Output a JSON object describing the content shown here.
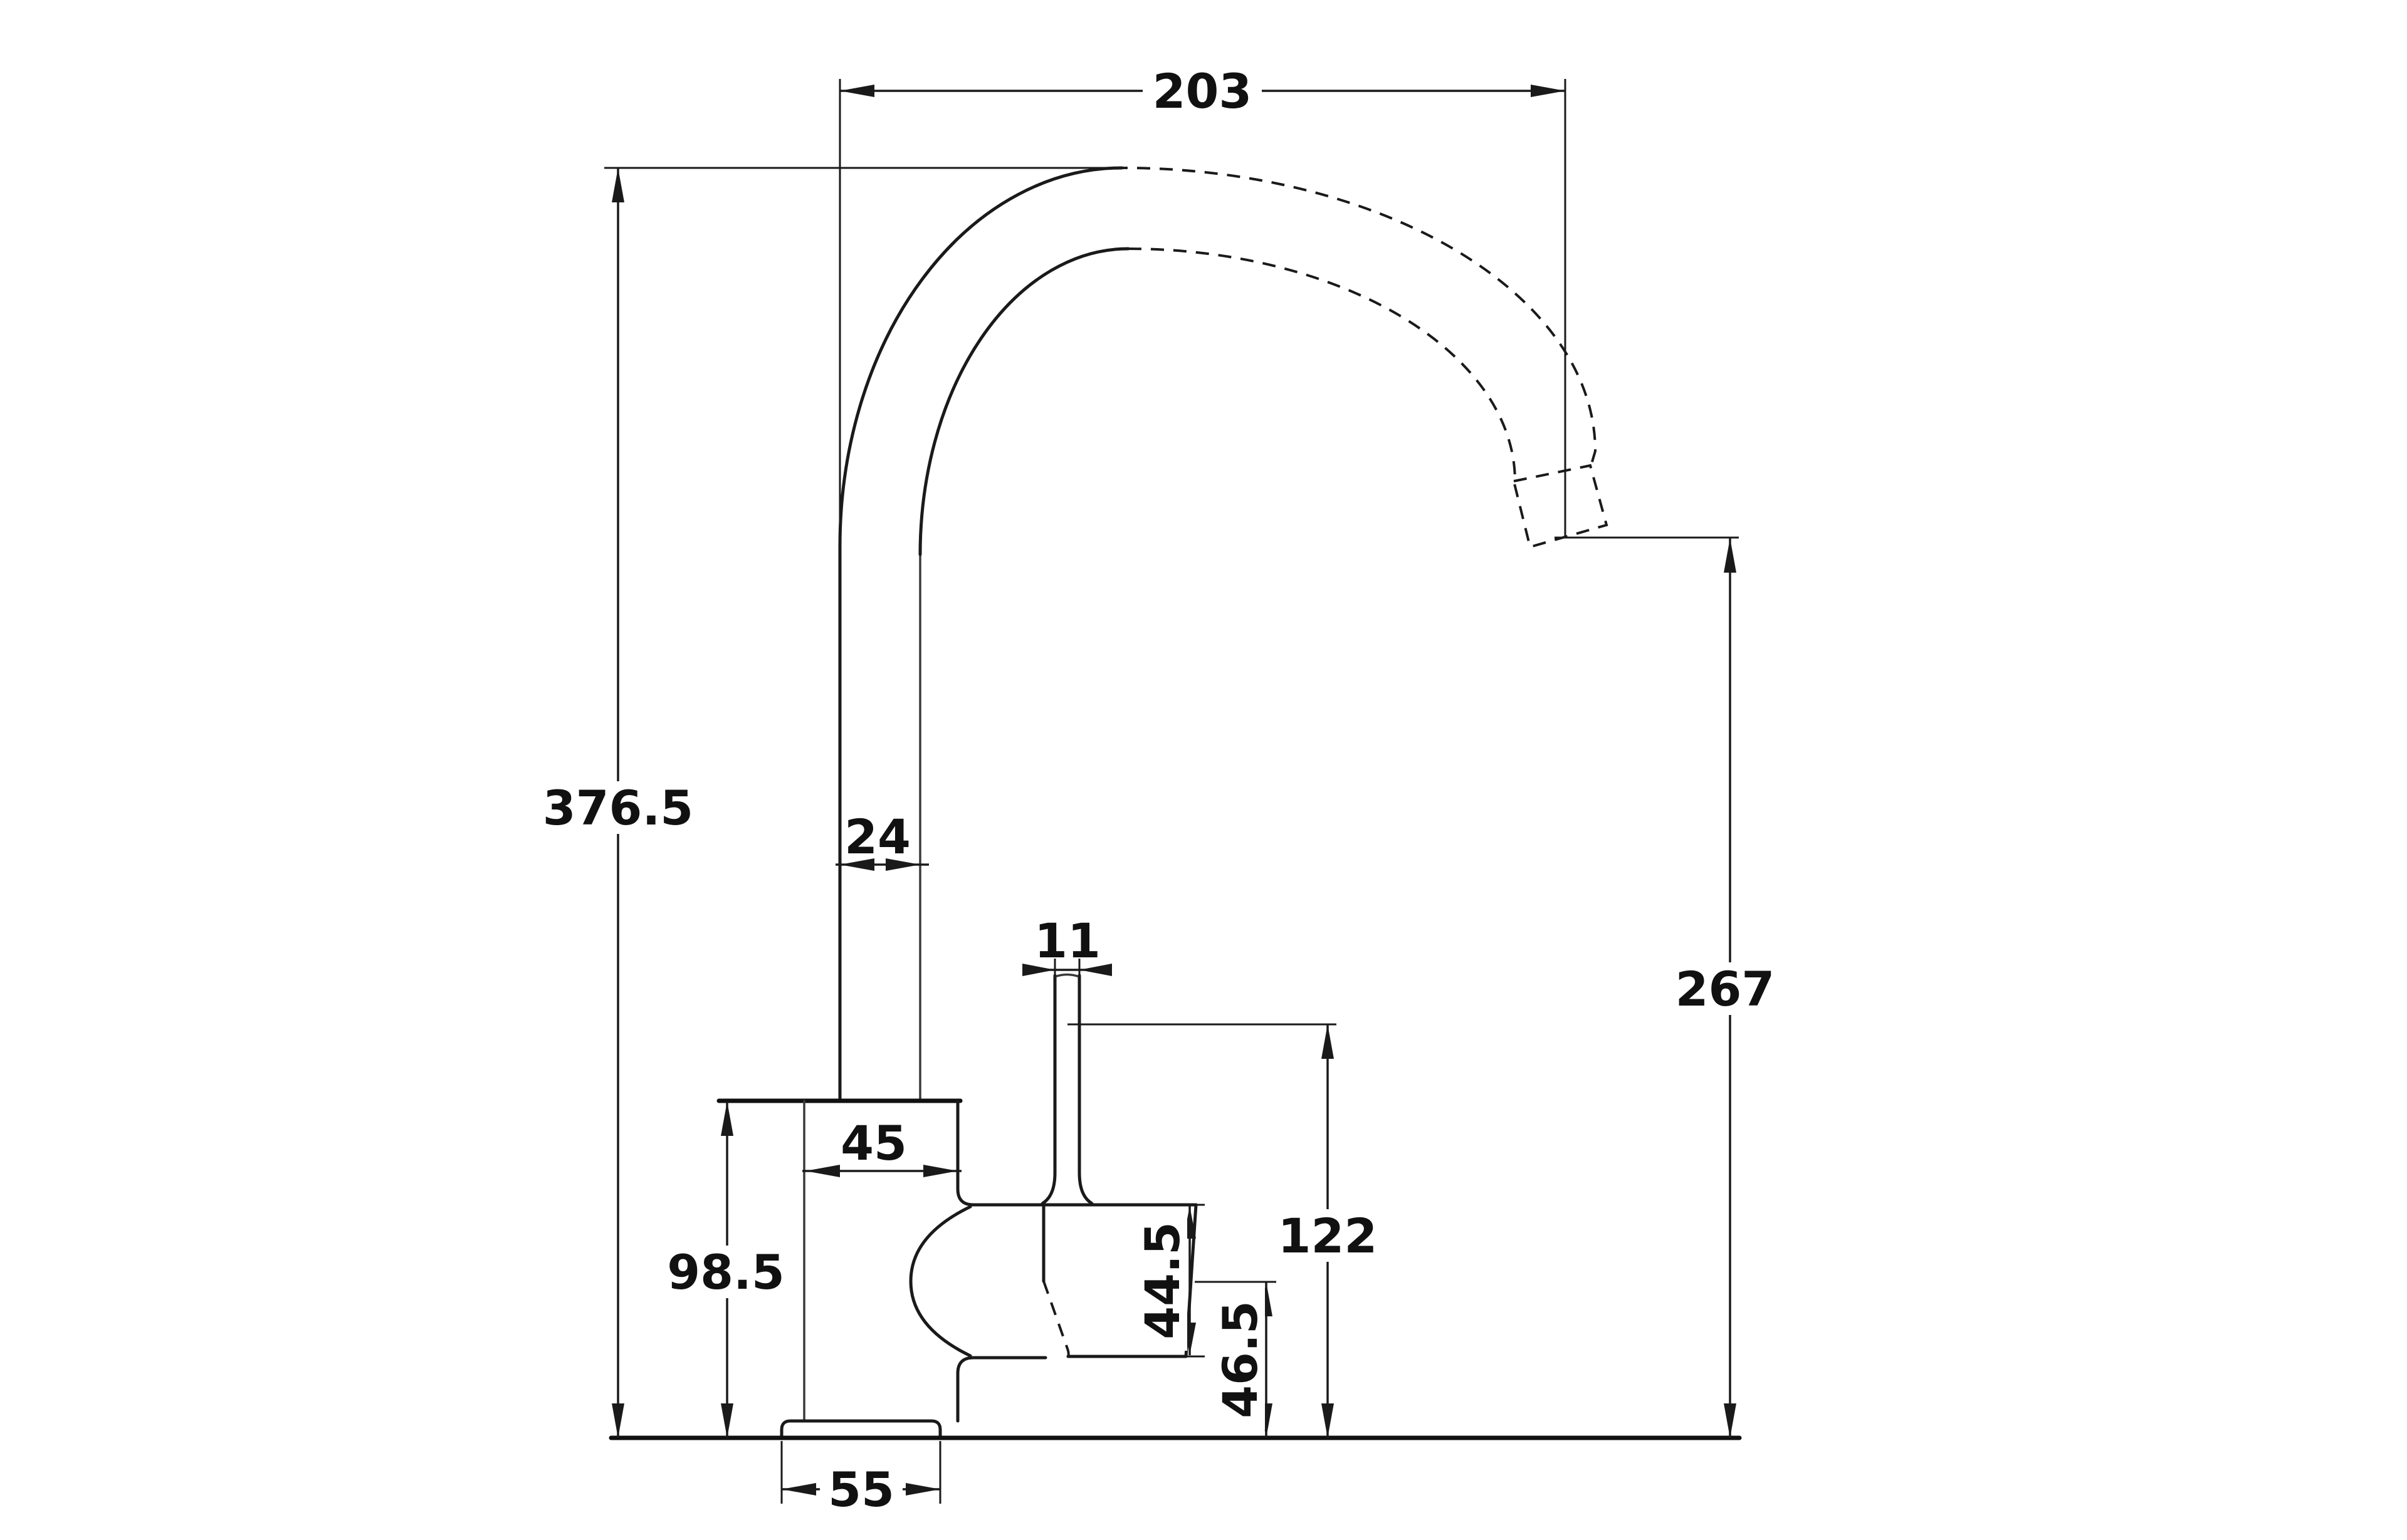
{
  "drawing": {
    "title": "kitchen-mixer-tap-dimension-drawing",
    "background_color": "#ffffff",
    "line_color": "#1a1a1a",
    "dimensions": {
      "spout_reach": "203",
      "total_height": "376.5",
      "spout_tube_width": "24",
      "lever_width": "11",
      "outlet_height": "267",
      "body_width": "45",
      "body_height": "98.5",
      "handle_height": "44.5",
      "handle_base_height": "46.5",
      "lever_top_height": "122",
      "base_width": "55"
    }
  }
}
